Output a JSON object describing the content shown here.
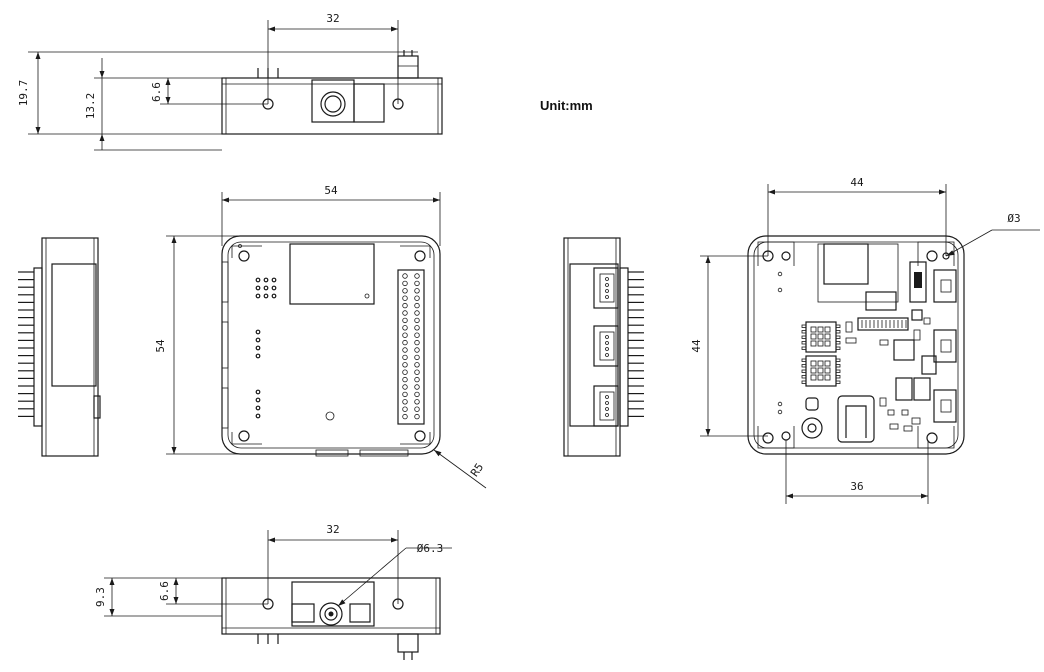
{
  "unit_label": "Unit:mm",
  "dimensions": {
    "top_width": "32",
    "top_total_height": "19.7",
    "top_height_2": "13.2",
    "top_hole_height": "6.6",
    "front_width": "54",
    "front_height": "54",
    "corner_radius": "R5",
    "back_width": "44",
    "back_height": "44",
    "hole_diameter": "Ø3",
    "back_bottom_width": "36",
    "bottom_width": "32",
    "bottom_hole_height": "6.6",
    "bottom_total_height": "9.3",
    "jack_diameter": "Ø6.3"
  }
}
